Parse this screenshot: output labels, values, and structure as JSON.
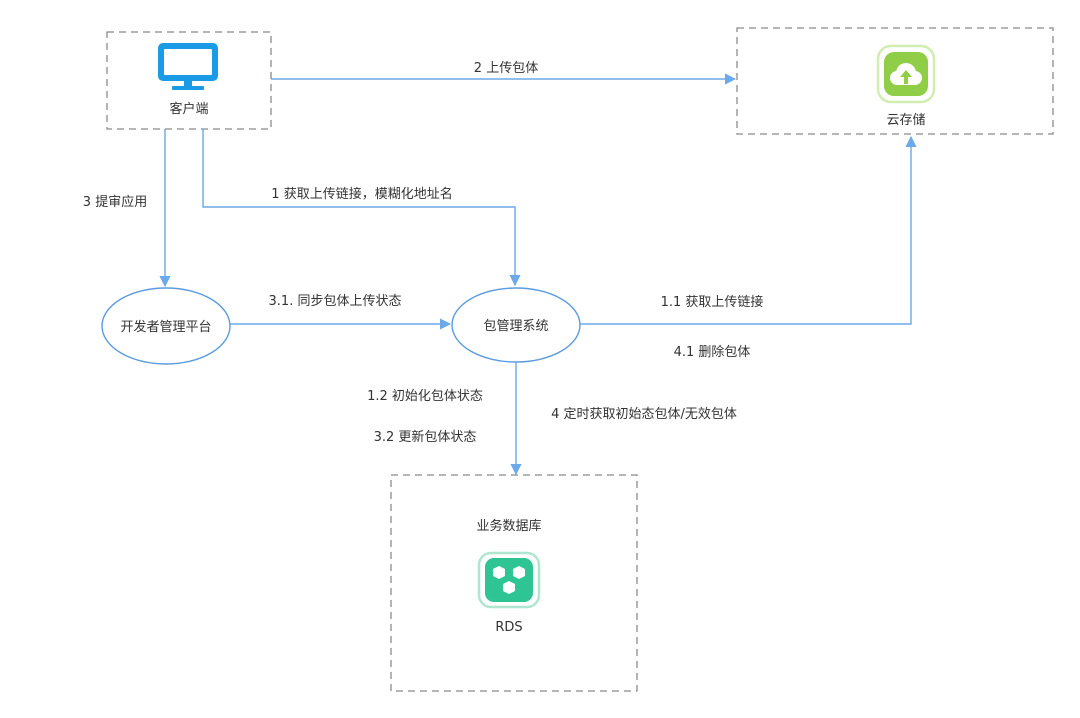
{
  "nodes": {
    "client": {
      "label": "客户端",
      "icon": "monitor-icon"
    },
    "cloud_storage": {
      "label": "云存储",
      "icon": "cloud-upload-icon"
    },
    "dev_platform": {
      "label": "开发者管理平台"
    },
    "pkg_system": {
      "label": "包管理系统"
    },
    "database": {
      "title": "业务数据库",
      "label": "RDS",
      "icon": "rds-hexagon-icon"
    }
  },
  "edges": {
    "upload_package": "2 上传包体",
    "get_upload_link_fuzzy": "1 获取上传链接，模糊化地址名",
    "submit_app": "3 提审应用",
    "sync_upload_status": "3.1. 同步包体上传状态",
    "get_upload_link": "1.1 获取上传链接",
    "delete_package": "4.1 删除包体",
    "init_package_status": "1.2 初始化包体状态",
    "update_package_status": "3.2 更新包体状态",
    "timed_fetch_packages": "4 定时获取初始态包体/无效包体"
  },
  "colors": {
    "edge": "#6aa9ea",
    "ellipse_border": "#5a9be0",
    "dashed_border": "#8a8a8a",
    "monitor_icon": "#1a9be6",
    "cloud_icon": "#8fce46",
    "rds_icon": "#2fc493"
  }
}
